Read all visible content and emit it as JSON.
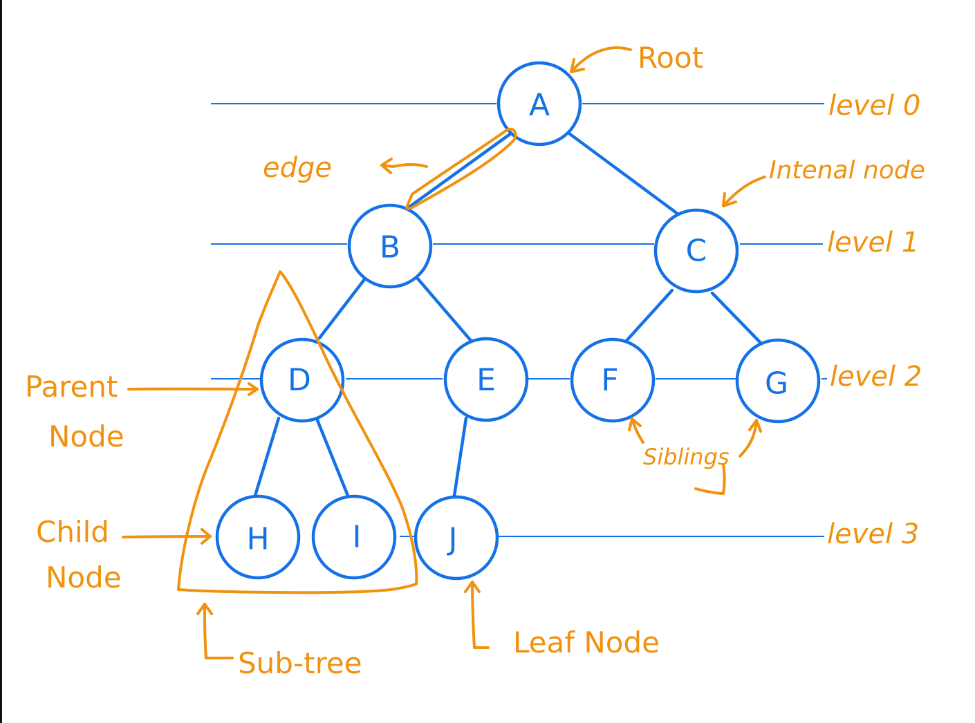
{
  "colors": {
    "tree_blue": "#1472E6",
    "annotation_orange": "#F0920E",
    "background": "#FFFFFF"
  },
  "nodes": [
    {
      "id": "A",
      "label": "A"
    },
    {
      "id": "B",
      "label": "B"
    },
    {
      "id": "C",
      "label": "C"
    },
    {
      "id": "D",
      "label": "D"
    },
    {
      "id": "E",
      "label": "E"
    },
    {
      "id": "F",
      "label": "F"
    },
    {
      "id": "G",
      "label": "G"
    },
    {
      "id": "H",
      "label": "H"
    },
    {
      "id": "I",
      "label": "I"
    },
    {
      "id": "J",
      "label": "J"
    }
  ],
  "edges": [
    [
      "A",
      "B"
    ],
    [
      "A",
      "C"
    ],
    [
      "B",
      "D"
    ],
    [
      "B",
      "E"
    ],
    [
      "C",
      "F"
    ],
    [
      "C",
      "G"
    ],
    [
      "D",
      "H"
    ],
    [
      "D",
      "I"
    ],
    [
      "E",
      "J"
    ]
  ],
  "levels": [
    {
      "label": "level 0"
    },
    {
      "label": "level 1"
    },
    {
      "label": "level 2"
    },
    {
      "label": "level 3"
    }
  ],
  "annotations": {
    "root": "Root",
    "edge": "edge",
    "internal_node": "Intenal node",
    "parent_node_line1": "Parent",
    "parent_node_line2": "Node",
    "child_node_line1": "Child",
    "child_node_line2": "Node",
    "siblings": "Siblings",
    "leaf_node": "Leaf Node",
    "sub_tree": "Sub-tree"
  }
}
